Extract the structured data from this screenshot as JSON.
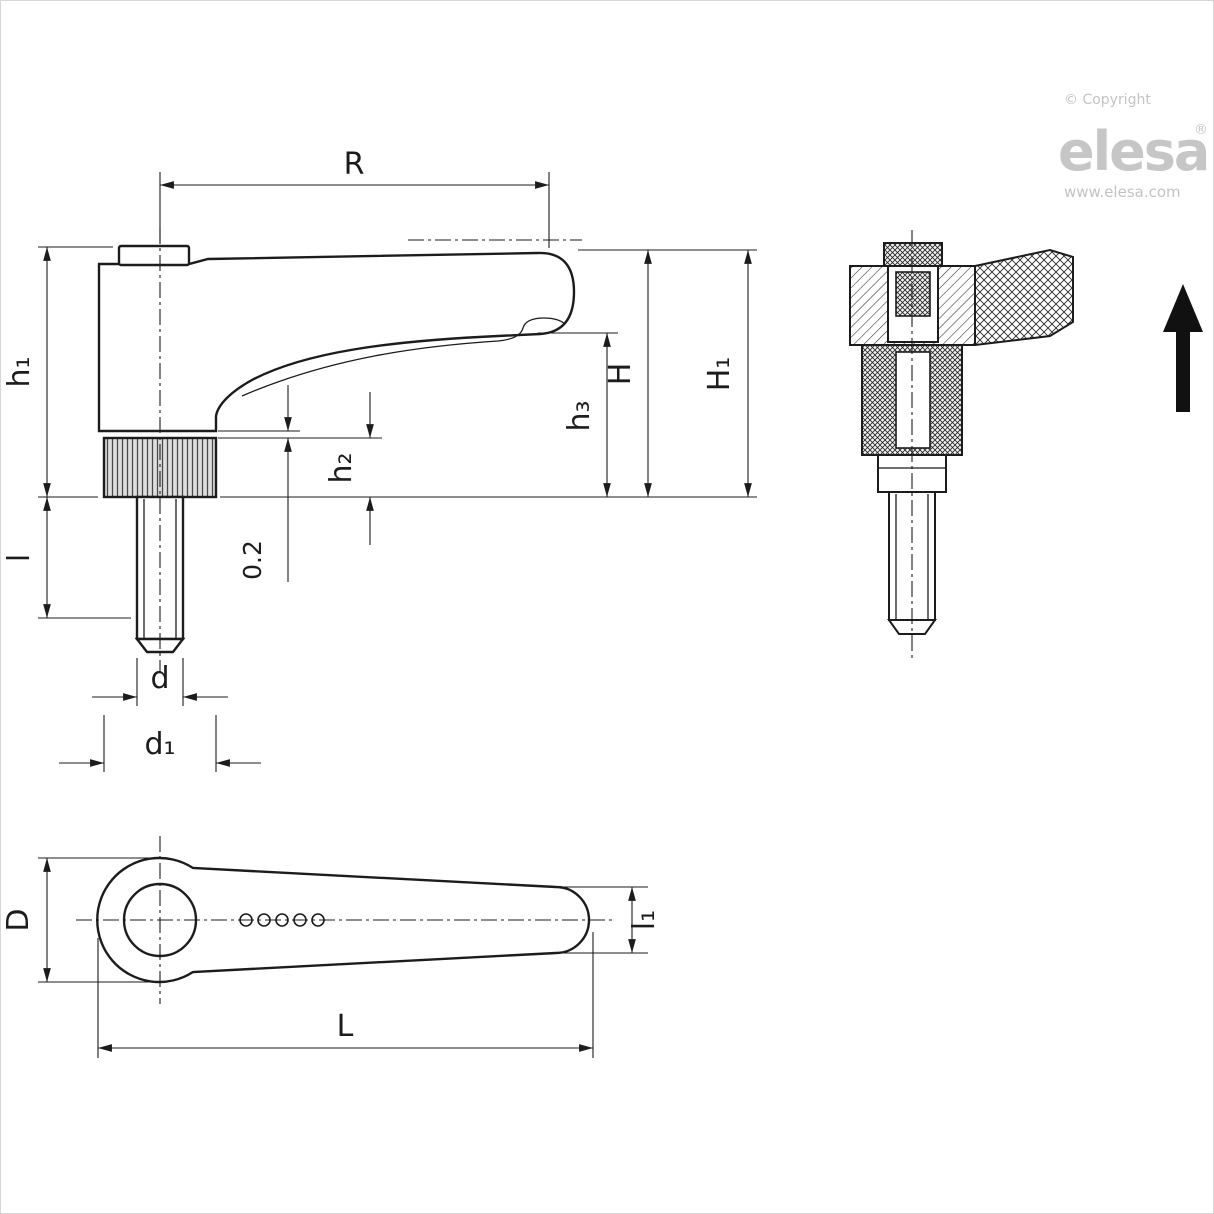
{
  "drawing": {
    "background": "#ffffff",
    "line_color": "#1c1c1c",
    "logo_gray": "#c6c6c6"
  },
  "branding": {
    "copyright": "© Copyright",
    "logo_text": "elesa",
    "registered_mark": "®",
    "website": "www.elesa.com"
  },
  "dimensions": {
    "side_view": {
      "radius": "R",
      "height_h1": "h₁",
      "stud_length": "l",
      "height_H": "H",
      "height_H1": "H₁",
      "height_h3": "h₃",
      "height_h2": "h₂",
      "clearance": "0.2",
      "stud_diameter": "d",
      "ring_diameter": "d₁"
    },
    "top_view": {
      "boss_diameter": "D",
      "handle_end_width": "l₁",
      "overall_length": "L"
    }
  }
}
